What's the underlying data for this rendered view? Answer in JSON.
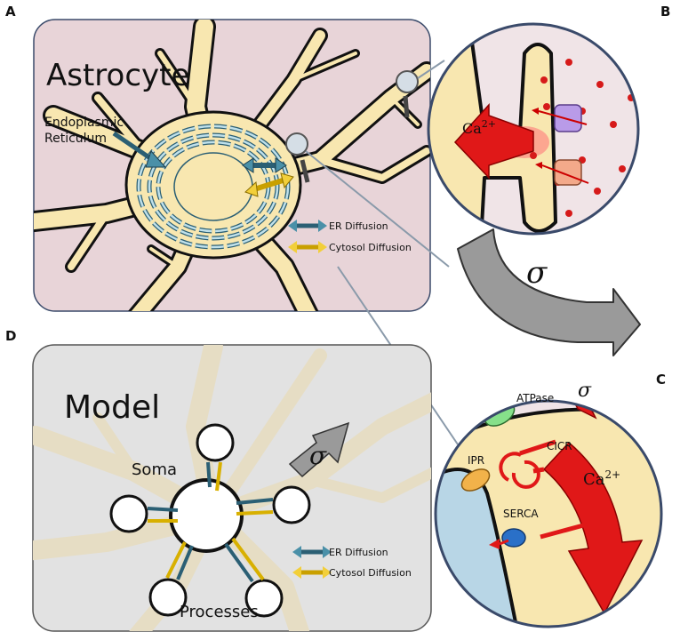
{
  "panel_letters": {
    "a": "A",
    "b": "B",
    "c": "C",
    "d": "D"
  },
  "astrocyte": {
    "title": "Astrocyte",
    "er_label_line1": "Endoplasmic",
    "er_label_line2": "Reticulum",
    "legend_er": "ER Diffusion",
    "legend_cytosol": "Cytosol Diffusion"
  },
  "inset_b": {
    "ion_label": "Ca",
    "ion_superscript": "2+"
  },
  "sigma": {
    "big": "σ",
    "inset": "σ",
    "model": "σ"
  },
  "inset_c": {
    "atpase": "ATPase",
    "ipr": "IPR",
    "cicr": "CICR",
    "serca": "SERCA",
    "ion_label": "Ca",
    "ion_superscript": "2+"
  },
  "model": {
    "title": "Model",
    "soma_label": "Soma",
    "processes_label": "Processes",
    "legend_er": "ER Diffusion",
    "legend_cytosol": "Cytosol Diffusion"
  },
  "colors": {
    "panel_pink": "#e8d4d8",
    "panel_gray": "#e2e2e2",
    "cell_fill": "#f8e7b0",
    "er_blue": "#4a90a8",
    "cytosol_yellow": "#f2cf3a",
    "calcium_red": "#e01818",
    "sigma_gray": "#9a9a9a"
  }
}
